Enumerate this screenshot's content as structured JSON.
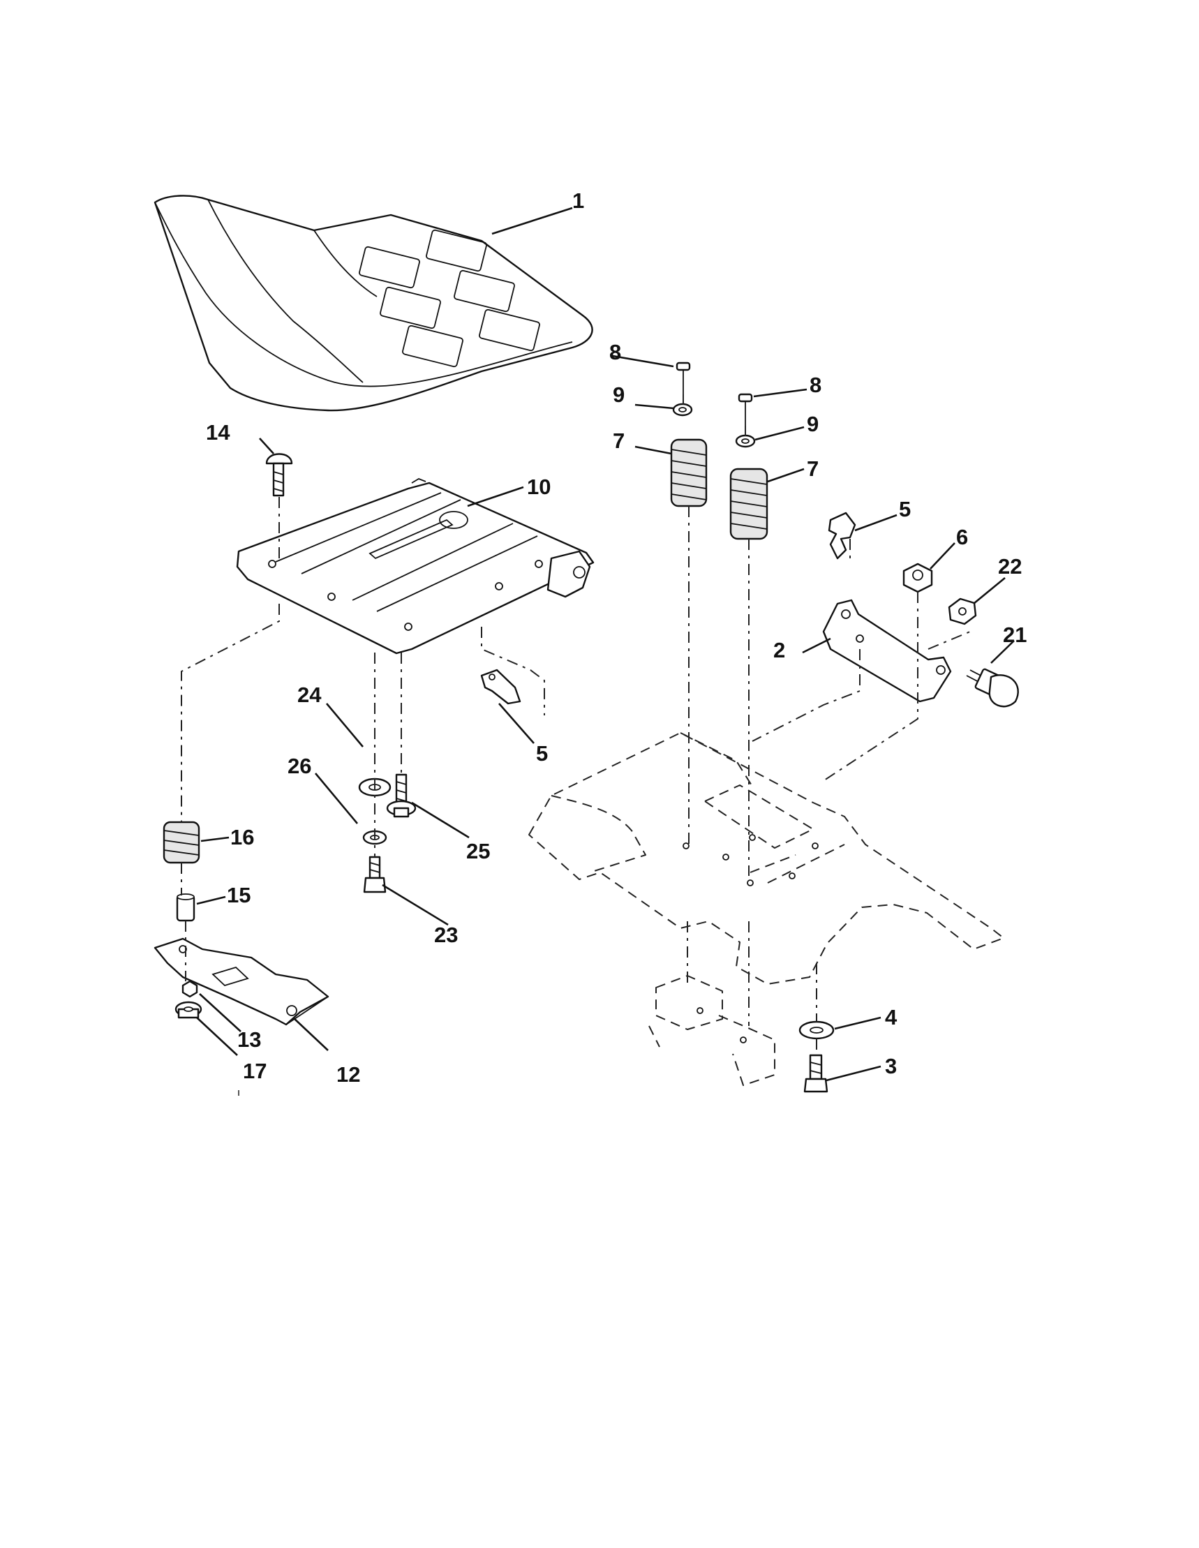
{
  "diagram": {
    "callouts": {
      "seat": "1",
      "seat_bracket": "2",
      "bolt_rear": "3",
      "washer_rear": "4",
      "clip_upper": "5",
      "clip_lower": "5",
      "nut_bracket": "6",
      "spring_left": "7",
      "spring_right": "7",
      "screw_left": "8",
      "screw_right": "8",
      "washer_left": "9",
      "washer_right": "9",
      "seat_pan": "10",
      "pivot_bracket": "12",
      "nut_pivot": "13",
      "carriage_bolt": "14",
      "spacer": "15",
      "spring_pivot": "16",
      "nut_lower": "17",
      "shoulder_bolt": "21",
      "nut_adjust": "22",
      "bolt_pan": "23",
      "washer_pan": "24",
      "bolt_flange": "25",
      "lock_washer": "26"
    }
  }
}
